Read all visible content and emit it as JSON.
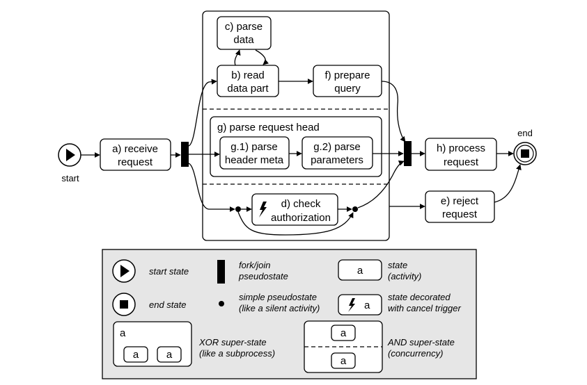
{
  "diagram": {
    "start_label": "start",
    "end_label": "end",
    "states": {
      "a": [
        "a) receive",
        "request"
      ],
      "b": [
        "b) read",
        "data part"
      ],
      "c": [
        "c) parse",
        "data"
      ],
      "d": [
        "d) check",
        "authorization"
      ],
      "e": [
        "e) reject",
        "request"
      ],
      "f": [
        "f) prepare",
        "query"
      ],
      "g": "g) parse request head",
      "g1": [
        "g.1) parse",
        "header meta"
      ],
      "g2": [
        "g.2) parse",
        "parameters"
      ],
      "h": [
        "h) process",
        "request"
      ]
    }
  },
  "legend": {
    "start_state": "start state",
    "end_state": "end state",
    "fork_join": [
      "fork/join",
      "pseudostate"
    ],
    "simple_pseudo": [
      "simple pseudostate",
      "(like a silent activity)"
    ],
    "state_box": "a",
    "state": [
      "state",
      "(activity)"
    ],
    "cancel_box": "a",
    "cancel": [
      "state decorated",
      "with cancel trigger"
    ],
    "xor_title": "a",
    "xor_inner": [
      "a",
      "a"
    ],
    "xor": [
      "XOR super-state",
      "(like a subprocess)"
    ],
    "and_inner": [
      "a",
      "a"
    ],
    "and": [
      "AND super-state",
      "(concurrency)"
    ]
  }
}
